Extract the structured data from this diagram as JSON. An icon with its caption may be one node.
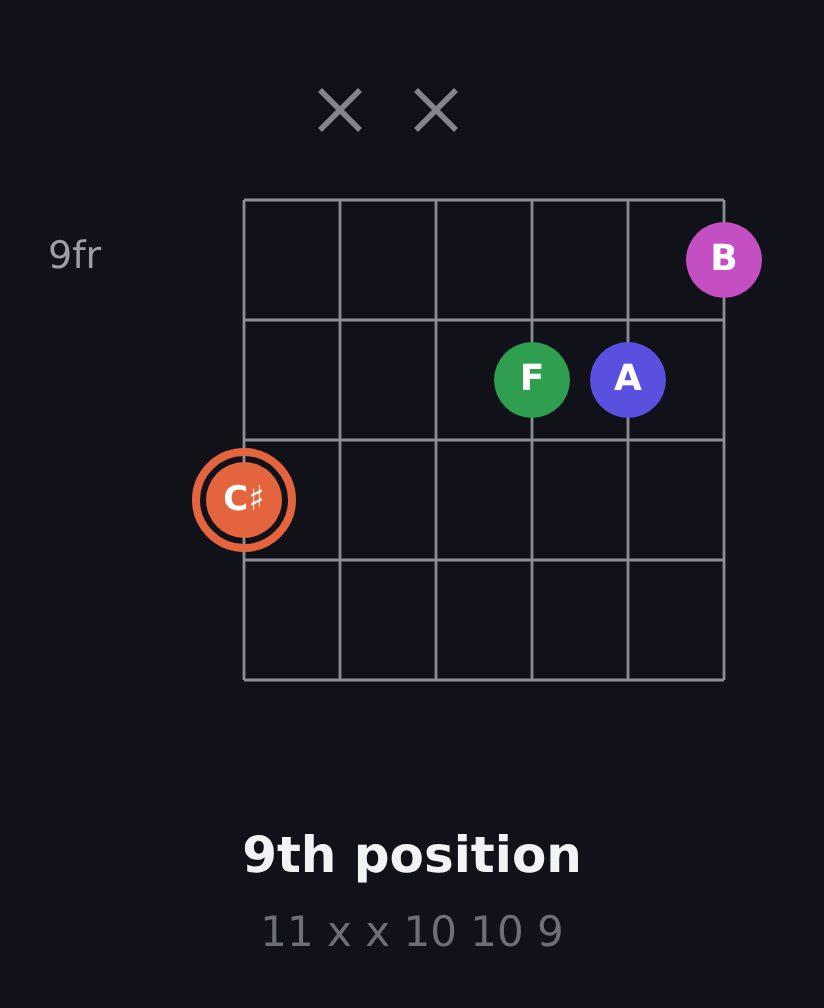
{
  "diagram": {
    "title": "9th position",
    "nodes": [
      {
        "text": [
          "B"
        ]
      },
      {
        "text": [
          "F"
        ]
      },
      {
        "text": [
          "A"
        ]
      },
      {
        "text": [
          "C♯"
        ]
      }
    ],
    "labels": [
      "9fr",
      "11 x x 10 10 9"
    ]
  }
}
